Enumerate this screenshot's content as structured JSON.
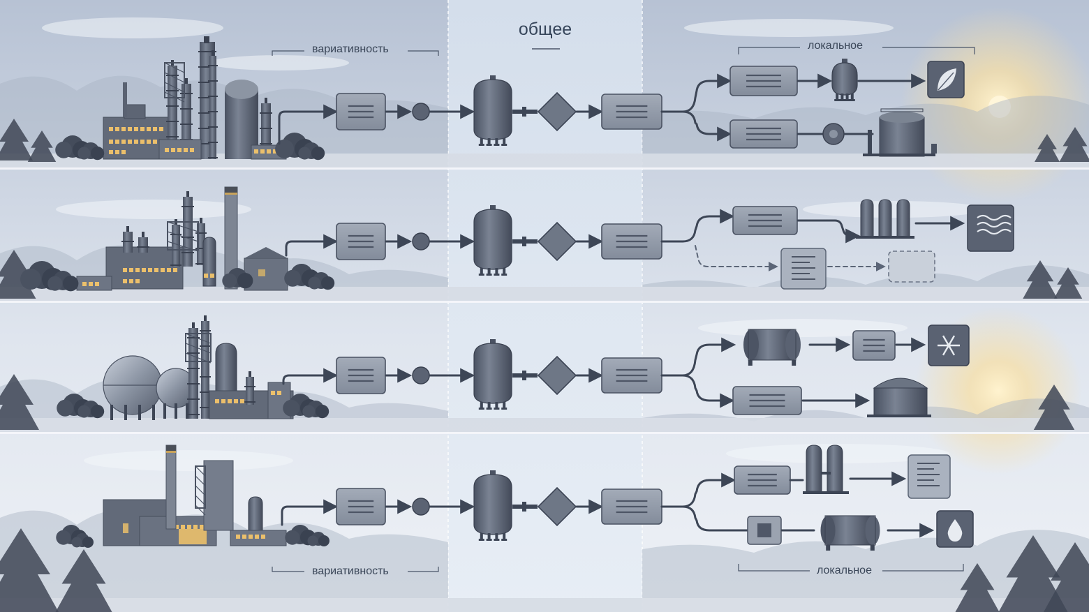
{
  "labels": {
    "common": "общее",
    "variability_top": "вариативность",
    "local_top": "локальное",
    "variability_bottom": "вариативность",
    "local_bottom": "локальное"
  },
  "colors": {
    "sky_top": "#b9c4d6",
    "sky_mid": "#e6ebf2",
    "center_band": "#dde6f1",
    "mountain": "#a9b3c4",
    "ground": "#d6dbe4",
    "module_fill": "#8e97a6",
    "module_stroke": "#4b5363",
    "tank_fill": "#5d6575",
    "connector": "#3d4656",
    "window_glow": "#f2c46a",
    "sun_glow": "#f7dfa6",
    "tree": "#3f4756"
  },
  "rows": [
    {
      "id": "row-1",
      "factory": "refinery",
      "outputs": [
        "leaf-icon",
        "storage-tank"
      ]
    },
    {
      "id": "row-2",
      "factory": "chemical-plant",
      "outputs": [
        "waves-icon",
        "dashed-optional-block"
      ]
    },
    {
      "id": "row-3",
      "factory": "gas-spheres-plant",
      "outputs": [
        "snowflake-icon",
        "dome-tank"
      ]
    },
    {
      "id": "row-4",
      "factory": "power-plant",
      "outputs": [
        "document-block",
        "water-drop-icon"
      ]
    }
  ]
}
